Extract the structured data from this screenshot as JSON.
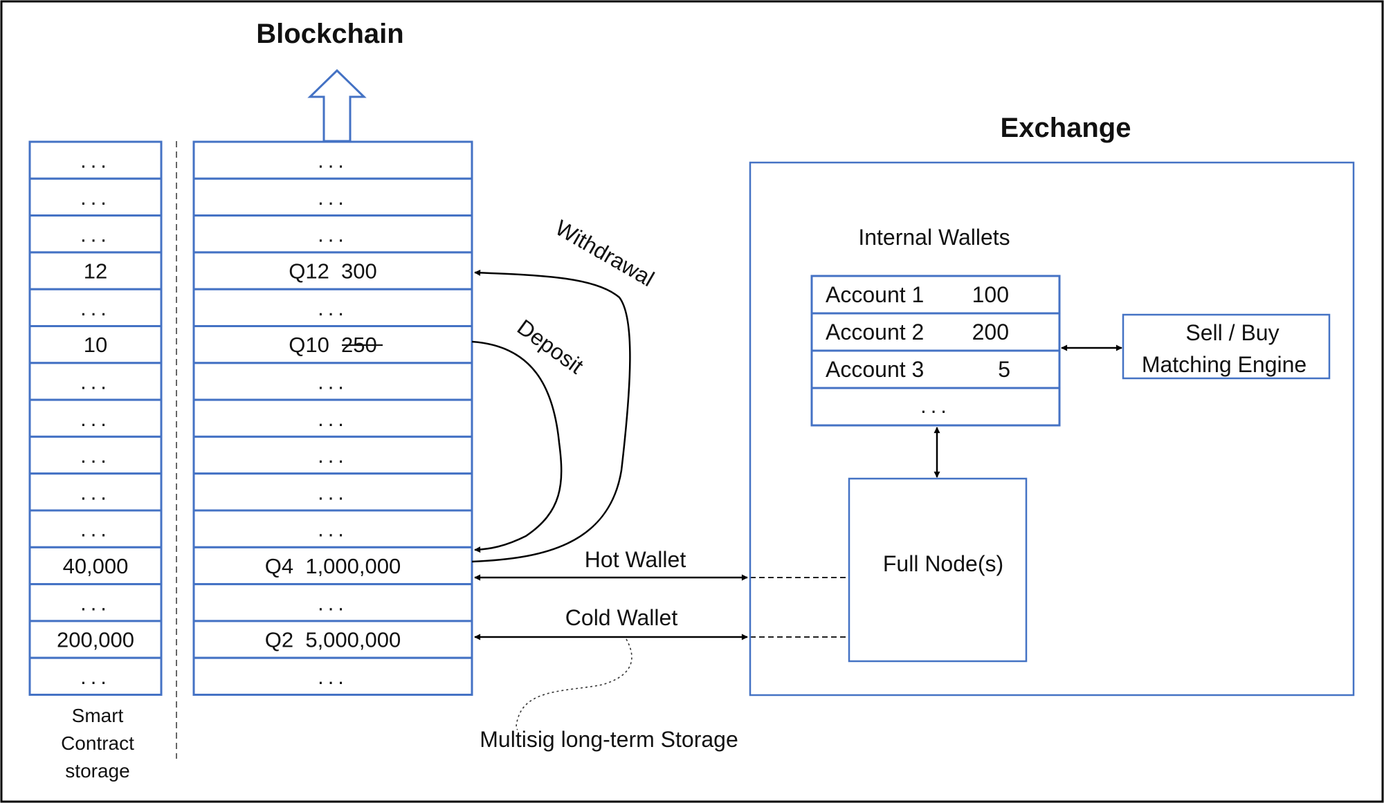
{
  "titles": {
    "blockchain": "Blockchain",
    "exchange": "Exchange"
  },
  "smart_contract_column": {
    "caption": [
      "Smart",
      "Contract",
      "storage"
    ],
    "cells": [
      "...",
      "...",
      "...",
      "12",
      "...",
      "10",
      "...",
      "...",
      "...",
      "...",
      "...",
      "40,000",
      "...",
      "200,000",
      "..."
    ]
  },
  "blockchain_column": {
    "cells": [
      "...",
      "...",
      "...",
      "Q12  300",
      "...",
      "Q10  250",
      "...",
      "...",
      "...",
      "...",
      "...",
      "Q4  1,000,000",
      "...",
      "Q2  5,000,000",
      "..."
    ],
    "struck_value": "250"
  },
  "flows": {
    "withdrawal": "Withdrawal",
    "deposit": "Deposit",
    "hot_wallet": "Hot Wallet",
    "cold_wallet": "Cold Wallet",
    "multisig": "Multisig long-term Storage"
  },
  "exchange": {
    "internal_wallets_title": "Internal Wallets",
    "accounts": [
      {
        "name": "Account 1",
        "balance": "100"
      },
      {
        "name": "Account 2",
        "balance": "200"
      },
      {
        "name": "Account 3",
        "balance": "5"
      }
    ],
    "accounts_more": "...",
    "matching_engine": [
      "Sell / Buy",
      "Matching Engine"
    ],
    "full_node": "Full Node(s)"
  },
  "colors": {
    "box_border": "#4472c4",
    "line": "#000000",
    "text": "#111111"
  }
}
